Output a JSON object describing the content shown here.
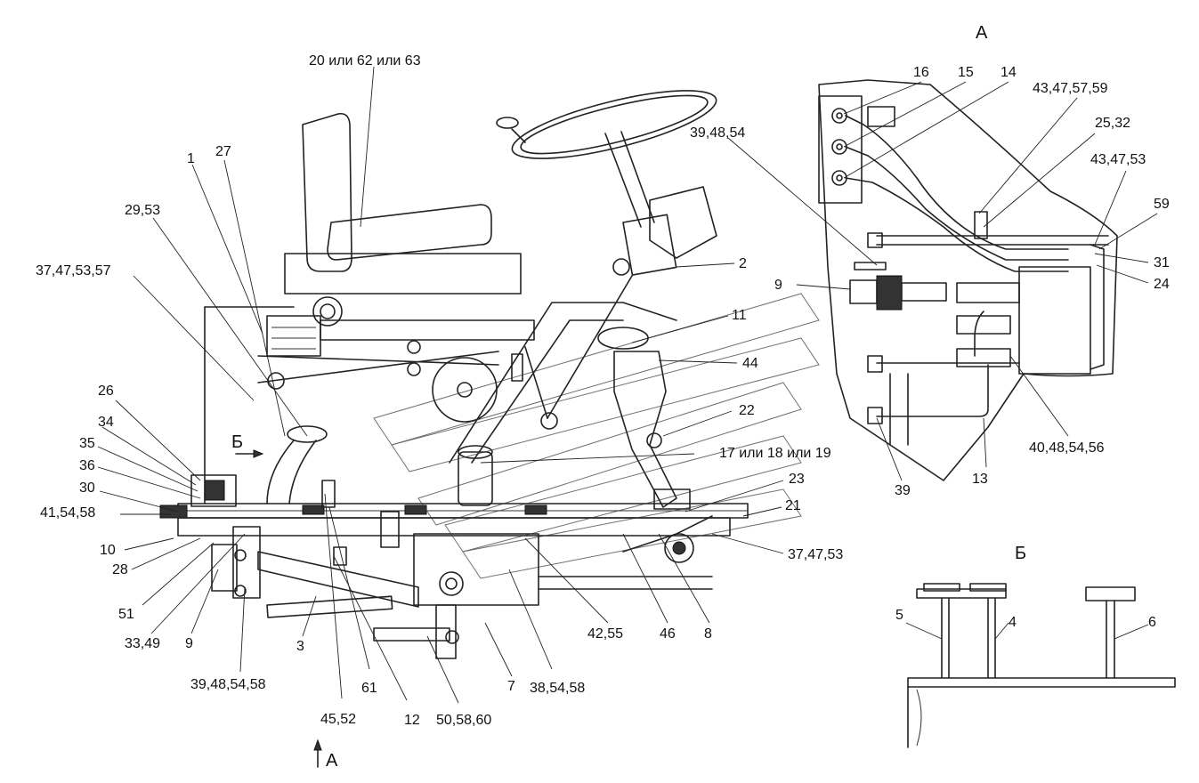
{
  "view_labels": {
    "view_a_title": "А",
    "view_b_title": "Б",
    "arrow_a": "А",
    "arrow_b": "Б"
  },
  "main_callouts": [
    "20 или 62 или 63",
    "1",
    "27",
    "29,53",
    "37,47,53,57",
    "26",
    "34",
    "35",
    "36",
    "30",
    "41,54,58",
    "10",
    "28",
    "51",
    "33,49",
    "9",
    "39,48,54,58",
    "3",
    "45,52",
    "61",
    "12",
    "50,58,60",
    "7",
    "38,54,58",
    "42,55",
    "46",
    "8",
    "37,47,53",
    "21",
    "23",
    "17 или 18 или 19",
    "22",
    "44",
    "11",
    "2",
    "39,48,54"
  ],
  "view_a_callouts": [
    "16",
    "15",
    "14",
    "43,47,57,59",
    "25,32",
    "43,47,53",
    "59",
    "31",
    "24",
    "9",
    "40,48,54,56",
    "13",
    "39"
  ],
  "view_b_callouts": [
    "5",
    "4",
    "6"
  ]
}
